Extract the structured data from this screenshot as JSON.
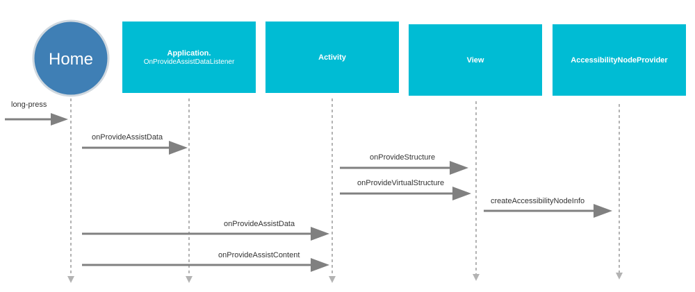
{
  "colors": {
    "box": "#00bcd4",
    "home": "#3f7fb5",
    "home_border": "#d0d8df",
    "lifeline": "#b3b3b3",
    "arrow": "#808080",
    "text": "#333333"
  },
  "participants": [
    {
      "id": "home",
      "label": "Home",
      "sublabel": ""
    },
    {
      "id": "application",
      "label": "Application.",
      "sublabel": "OnProvideAssistDataListener"
    },
    {
      "id": "activity",
      "label": "Activity",
      "sublabel": ""
    },
    {
      "id": "view",
      "label": "View",
      "sublabel": ""
    },
    {
      "id": "anp",
      "label": "AccessibilityNodeProvider",
      "sublabel": ""
    }
  ],
  "trigger": {
    "label": "long-press",
    "to": "home"
  },
  "messages": [
    {
      "from": "home",
      "to": "application",
      "label": "onProvideAssistData"
    },
    {
      "from": "activity",
      "to": "view",
      "label": "onProvideStructure"
    },
    {
      "from": "activity",
      "to": "view",
      "label": "onProvideVirtualStructure"
    },
    {
      "from": "view",
      "to": "anp",
      "label": "createAccessibilityNodeInfo"
    },
    {
      "from": "home",
      "to": "activity",
      "label": "onProvideAssistData"
    },
    {
      "from": "home",
      "to": "activity",
      "label": "onProvideAssistContent"
    }
  ]
}
